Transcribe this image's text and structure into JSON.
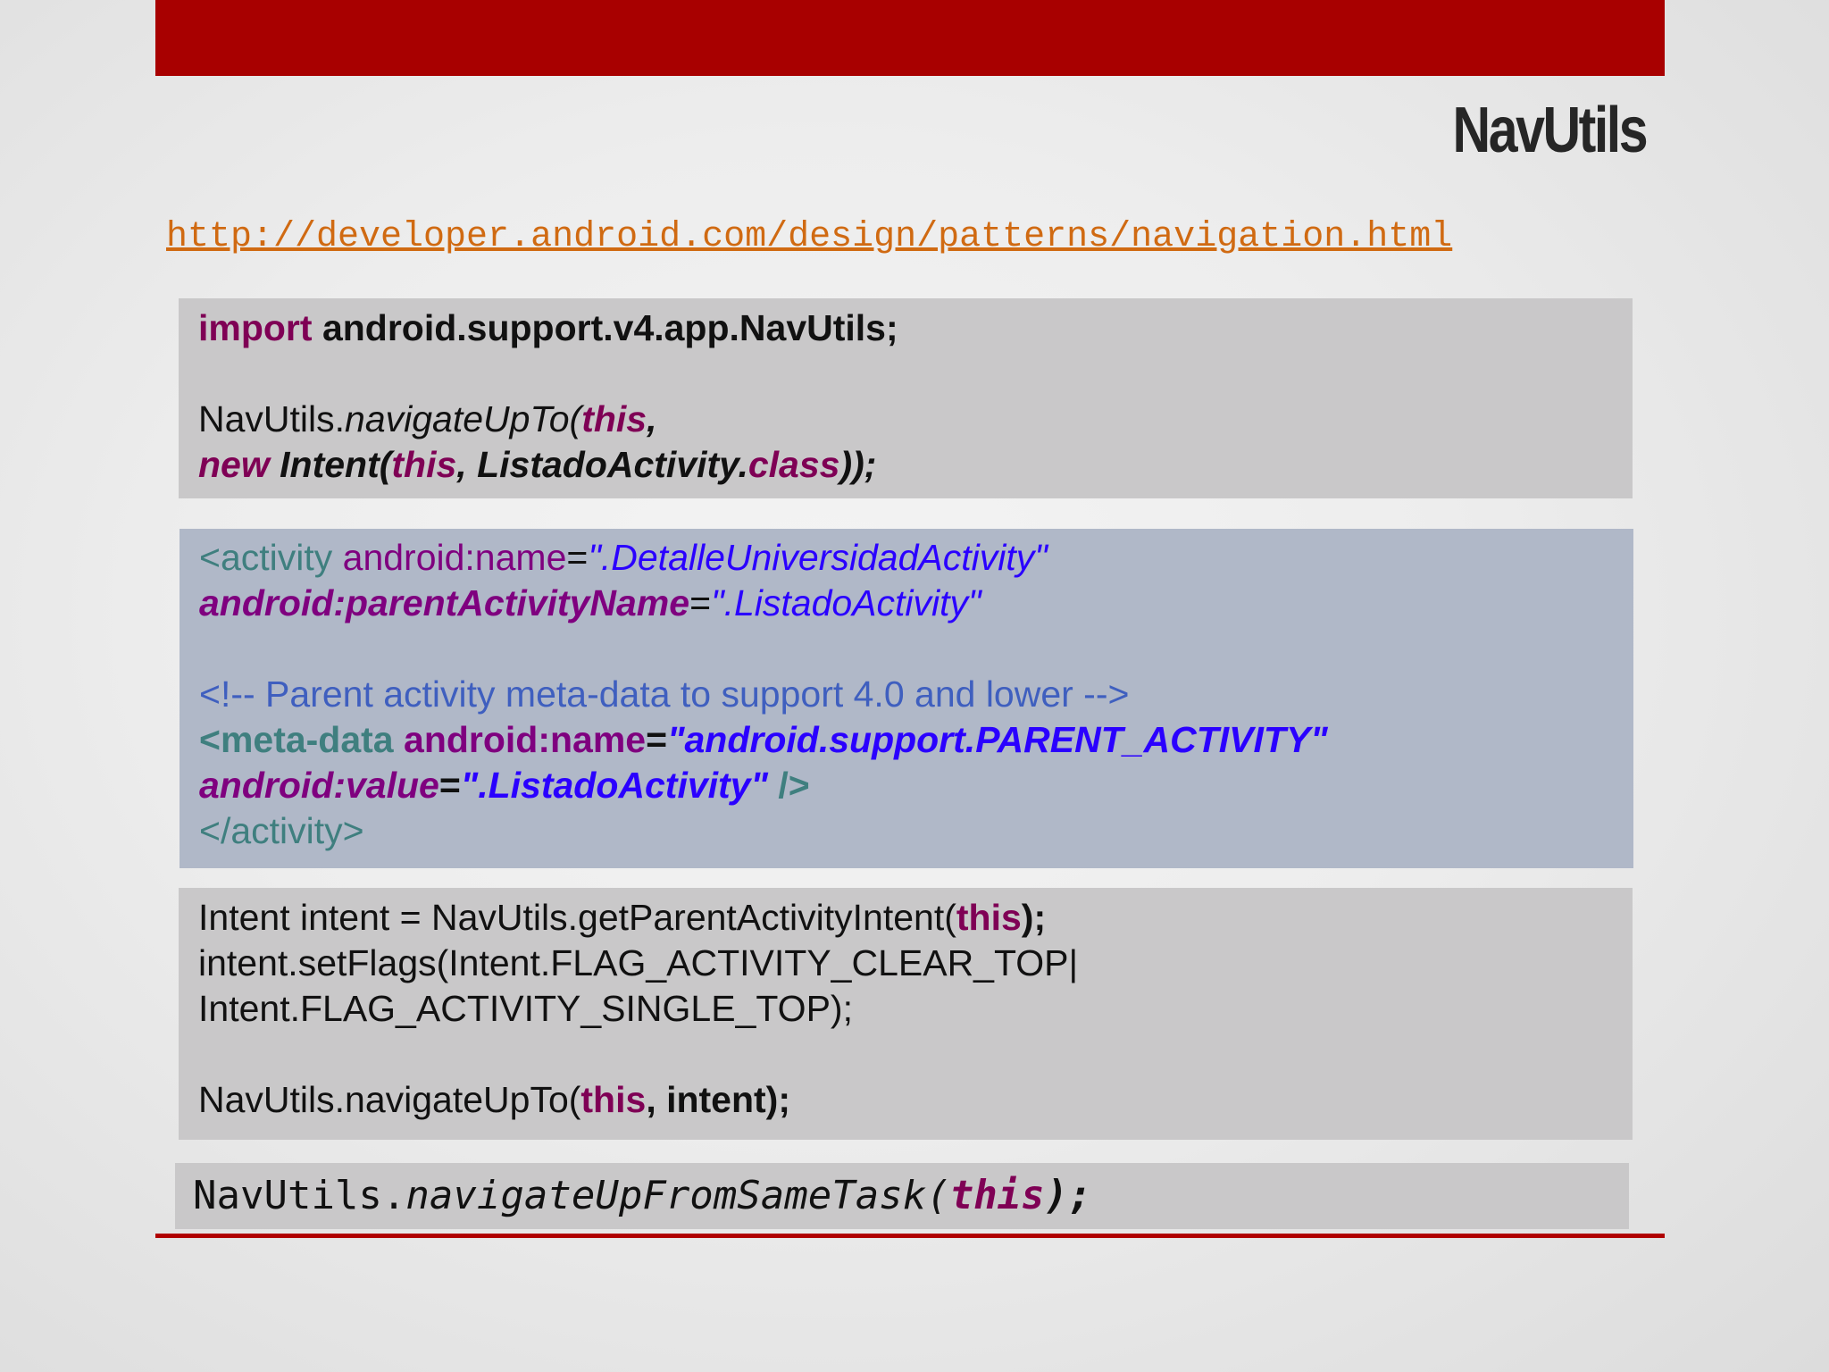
{
  "slide": {
    "title": "NavUtils",
    "link": "http://developer.android.com/design/patterns/navigation.html",
    "colors": {
      "accent": "#a80000",
      "link": "#d06a12",
      "keyword": "#7f0055",
      "xml_tag": "#3f7f7f",
      "xml_attr": "#7f007f",
      "xml_string": "#2a00ff",
      "xml_comment": "#3f5fbf"
    }
  },
  "box1": {
    "l1_kw": "import",
    "l1_rest": " android.support.v4.app.NavUtils;",
    "l2_a": "NavUtils.",
    "l2_b": "navigateUpTo(",
    "l2_c": "this",
    "l2_d": ",",
    "l3_a": "new",
    "l3_b": " Intent(",
    "l3_c": "this",
    "l3_d": ", ListadoActivity.",
    "l3_e": "class",
    "l3_f": "));"
  },
  "box2": {
    "l1_a": "<activity",
    "l1_b": " android:name",
    "l1_c": "=",
    "l1_d": "\".DetalleUniversidadActivity\"",
    "l2_a": "android:parentActivityName",
    "l2_b": "=",
    "l2_c": "\".ListadoActivity\"",
    "l3": "<!-- Parent activity meta-data to support 4.0 and lower -->",
    "l4_a": "<meta-data",
    "l4_b": " android:name",
    "l4_c": "=",
    "l4_d": "\"android.support.PARENT_ACTIVITY\"",
    "l5_a": "android:value",
    "l5_b": "=",
    "l5_c": "\".ListadoActivity\"",
    "l5_d": " />",
    "l6": "</activity>"
  },
  "box3": {
    "l1_a": "Intent intent = NavUtils.getParentActivityIntent(",
    "l1_b": "this",
    "l1_c": ");",
    "l2": "intent.setFlags(Intent.FLAG_ACTIVITY_CLEAR_TOP|",
    "l3": "Intent.FLAG_ACTIVITY_SINGLE_TOP);",
    "l4_a": "NavUtils.navigateUpTo(",
    "l4_b": "this",
    "l4_c": ", intent);"
  },
  "box4": {
    "a": "NavUtils.",
    "b": "navigateUpFromSameTask(",
    "c": "this",
    "d": ");"
  }
}
